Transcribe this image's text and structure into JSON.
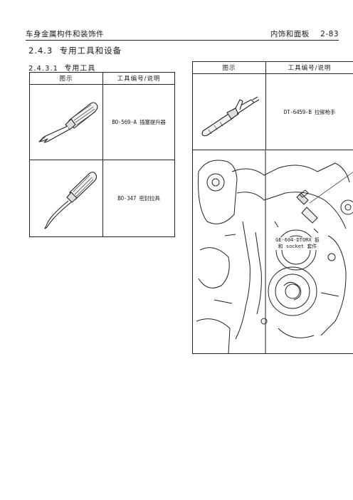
{
  "header": {
    "left": "车身金属构件和装饰件",
    "right": "内饰和面板    2-83"
  },
  "section": {
    "title": "2.4.3  专用工具和设备"
  },
  "subsection": {
    "title": "2.4.3.1  专用工具"
  },
  "left_table": {
    "col_figure": "图示",
    "col_tool": "工具编号/说明",
    "rows": [
      {
        "tool": "BO-569-A 插塞提升器",
        "icon": "trim-pad-remover-tool-illustration"
      },
      {
        "tool": "BO-347 密封拉具",
        "icon": "seal-puller-tool-illustration"
      }
    ]
  },
  "right_table": {
    "col_figure": "图示",
    "col_tool": "工具编号/说明",
    "rows": [
      {
        "tool": "DT-6459-B 拉铆枪手",
        "icon": "rivet-tool-illustration"
      },
      {
        "tool": "GE-604-DTORX 扳和 socket 套件",
        "icon": "engine-assembly-illustration"
      }
    ]
  }
}
